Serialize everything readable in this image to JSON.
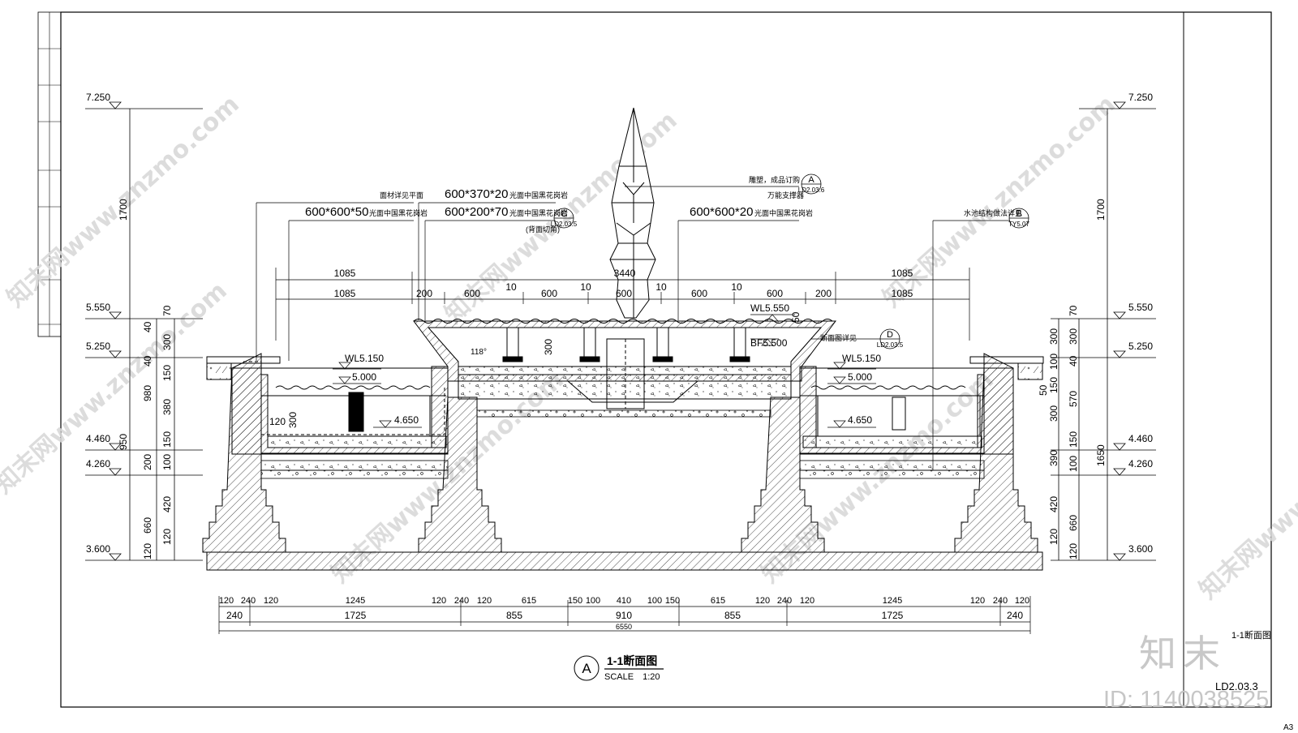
{
  "drawing": {
    "title": "1-1断面图",
    "scale": "SCALE　1:20",
    "section_mark": "A",
    "sheet_title": "1-1断面图",
    "sheet_number": "LD2.03.3",
    "paper_size": "A3"
  },
  "left_levels": [
    "7.250",
    "5.550",
    "5.250",
    "4.460",
    "4.260",
    "3.600"
  ],
  "right_levels": [
    "7.250",
    "5.550",
    "5.250",
    "4.460",
    "4.260",
    "3.600"
  ],
  "left_dims_outer": [
    "1700",
    "980",
    "950",
    "660"
  ],
  "left_dims_inner": [
    "70",
    "40",
    "300",
    "40",
    "150",
    "380",
    "150",
    "100",
    "200",
    "420",
    "120",
    "120"
  ],
  "right_dims_outer": [
    "1700",
    "1650"
  ],
  "right_dims_inner": [
    "70",
    "300",
    "300",
    "40",
    "100",
    "150",
    "570",
    "50",
    "300",
    "150",
    "390",
    "100",
    "420",
    "660",
    "120",
    "120"
  ],
  "top_dims_row1": [
    "1085",
    "3440",
    "1085"
  ],
  "top_dims_row2": [
    "1085",
    "200",
    "600",
    "10",
    "600",
    "10",
    "600",
    "10",
    "600",
    "10",
    "600",
    "200",
    "1085"
  ],
  "bottom_dims_row1": [
    "120",
    "240",
    "120",
    "1245",
    "120",
    "240",
    "120",
    "615",
    "150",
    "100",
    "410",
    "100",
    "150",
    "615",
    "120",
    "240",
    "120",
    "1245",
    "120",
    "240",
    "120"
  ],
  "bottom_dims_row2": [
    "240",
    "1725",
    "855",
    "910",
    "855",
    "1725",
    "240"
  ],
  "bottom_total": "6550",
  "callouts": {
    "c1": "面材详见平面",
    "c2": "600*600*50",
    "c2b": "光面中国黑花岗岩",
    "c3": "600*370*20",
    "c3b": "光面中国黑花岗岩",
    "c4": "600*200*70",
    "c4b": "光面中国黑花岗岩",
    "c4c": "(背面切角)",
    "c5": "雕塑，成品订购",
    "c6": "万能支撑器",
    "c7": "600*600*20",
    "c7b": "光面中国黑花岗岩",
    "c8": "水池结构做法详见",
    "c9": "断面图详见"
  },
  "detail_refs": [
    {
      "letter": "A",
      "sheet": "LD2.03.6"
    },
    {
      "letter": "C",
      "sheet": "LD2.03.5"
    },
    {
      "letter": "B",
      "sheet": "TY5.07"
    },
    {
      "letter": "D",
      "sheet": "LD2.03.5"
    }
  ],
  "inner_labels": {
    "wl_top": "WL5.550",
    "bf": "BF5.500",
    "wl_left": "WL5.150",
    "lvl_left": "5.000",
    "bot_left": "4.650",
    "wl_right": "WL5.150",
    "lvl_right": "5.000",
    "bot_right": "4.650",
    "angle": "118°",
    "d300a": "300",
    "d300b": "300",
    "d120": "120",
    "d50": "50"
  },
  "watermark": "知末网www.znzmo.com",
  "brand": "知末",
  "doc_id": "ID: 1140038525",
  "colors": {
    "line": "#000000",
    "watermark": "#d8d8d8"
  }
}
